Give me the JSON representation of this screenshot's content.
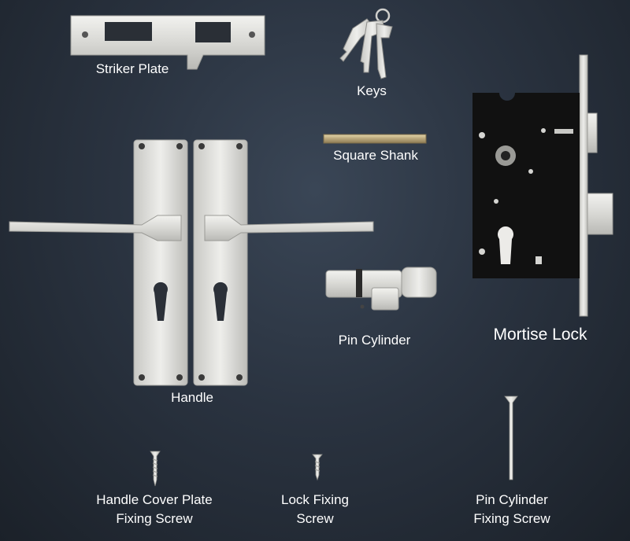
{
  "labels": {
    "striker_plate": "Striker Plate",
    "keys": "Keys",
    "square_shank": "Square Shank",
    "handle": "Handle",
    "pin_cylinder": "Pin Cylinder",
    "mortise_lock": "Mortise Lock",
    "handle_screw_line1": "Handle Cover Plate",
    "handle_screw_line2": "Fixing Screw",
    "lock_screw_line1": "Lock Fixing",
    "lock_screw_line2": "Screw",
    "cylinder_screw_line1": "Pin Cylinder",
    "cylinder_screw_line2": "Fixing Screw"
  },
  "colors": {
    "background": "#2a3340",
    "steel": "#d9d9d6",
    "lock_body": "#111111",
    "brass": "#b8a57a",
    "label": "#ffffff"
  }
}
